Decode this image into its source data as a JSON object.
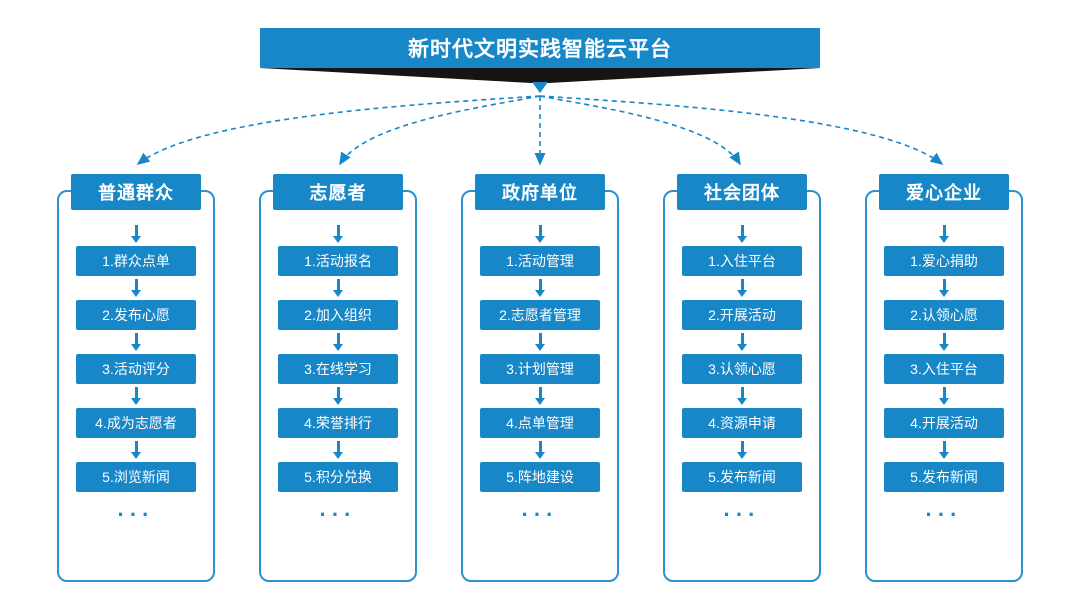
{
  "title": "新时代文明实践智能云平台",
  "colors": {
    "primary": "#1787c8",
    "column_border": "#2b92cf",
    "funnel_dark": "#151515",
    "text_on_primary": "#ffffff"
  },
  "columns": [
    {
      "header": "普通群众",
      "steps": [
        "1.群众点单",
        "2.发布心愿",
        "3.活动评分",
        "4.成为志愿者",
        "5.浏览新闻"
      ],
      "more": "···"
    },
    {
      "header": "志愿者",
      "steps": [
        "1.活动报名",
        "2.加入组织",
        "3.在线学习",
        "4.荣誉排行",
        "5.积分兑换"
      ],
      "more": "···"
    },
    {
      "header": "政府单位",
      "steps": [
        "1.活动管理",
        "2.志愿者管理",
        "3.计划管理",
        "4.点单管理",
        "5.阵地建设"
      ],
      "more": "···"
    },
    {
      "header": "社会团体",
      "steps": [
        "1.入住平台",
        "2.开展活动",
        "3.认领心愿",
        "4.资源申请",
        "5.发布新闻"
      ],
      "more": "···"
    },
    {
      "header": "爱心企业",
      "steps": [
        "1.爱心捐助",
        "2.认领心愿",
        "3.入住平台",
        "4.开展活动",
        "5.发布新闻"
      ],
      "more": "···"
    }
  ]
}
